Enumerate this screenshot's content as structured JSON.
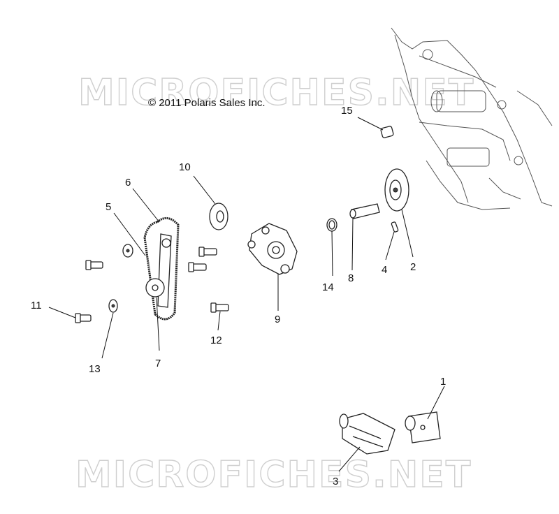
{
  "copyright": "© 2011 Polaris Sales Inc.",
  "watermarks": [
    "MICROFICHES.NET",
    "MICROFICHES.NET"
  ],
  "callouts": [
    "1",
    "2",
    "3",
    "4",
    "5",
    "6",
    "7",
    "8",
    "9",
    "10",
    "11",
    "12",
    "13",
    "14",
    "15"
  ]
}
